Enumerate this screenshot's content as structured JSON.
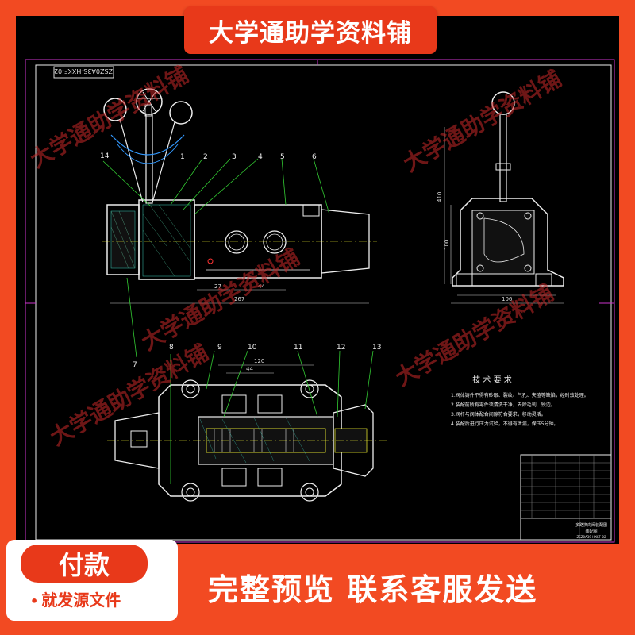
{
  "header": {
    "title": "大学通助学资料铺"
  },
  "drawing": {
    "drawing_code": "ZSZ0A3S-HXKF-02",
    "part_labels": [
      "14",
      "1",
      "2",
      "3",
      "4",
      "5",
      "6",
      "7",
      "8",
      "9",
      "10",
      "11",
      "12",
      "13"
    ],
    "dimensions": {
      "d27": "27",
      "d44": "44",
      "d267": "267",
      "d120": "120",
      "d44b": "44",
      "d106": "106",
      "d100": "100",
      "d410": "410"
    },
    "tech_title": "技 术 要 求",
    "tech_lines": [
      "1.阀体铸件不得有砂眼、裂纹、气孔、夹渣等缺陷，经时效处理。",
      "2.装配前所有零件须清洗干净，去除毛刺、锐边。",
      "3.阀杆与阀体配合间隙符合要求，移动灵活。",
      "4.装配后进行压力试验，不得有泄漏，保压5分钟。"
    ],
    "title_block": {
      "name": "多路换向阀装配图",
      "sub": "装配图",
      "code": "ZSZ0A3S-HXKF-02"
    }
  },
  "watermark": {
    "text": "大学通助学资料铺"
  },
  "payment": {
    "button_label": "付款",
    "sub_label": "就发源文件"
  },
  "footer": {
    "text": "完整预览  联系客服发送"
  }
}
